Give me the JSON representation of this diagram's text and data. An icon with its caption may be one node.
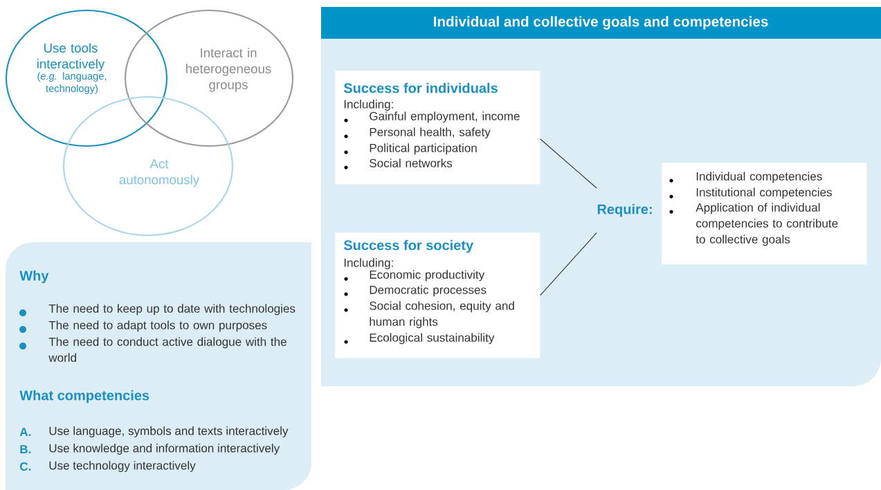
{
  "diagram": {
    "nodes": [
      {
        "text": [
          "Use tools interactively",
          "(*e.g.* language, technology)"
        ]
      },
      {
        "text": [
          "Interact in heterogeneous groups"
        ]
      },
      {
        "text": [
          "Act autonomously"
        ]
      },
      {
        "text": [
          "Why",
          "The need to keep up to date with technologies",
          "The need to adapt tools to own purposes",
          "The need to conduct active dialogue with the world",
          "What competencies",
          "A.",
          "Use language, symbols and texts interactively",
          "B.",
          "Use knowledge and information interactively",
          "C.",
          "Use technology interactively"
        ]
      },
      {
        "text": [
          "Individual and collective goals and competencies"
        ]
      },
      {
        "text": [
          "Success for individuals",
          "Including:",
          "Gainful employment, income",
          "Personal health, safety",
          "Political participation",
          "Social networks"
        ],
        "in": 4
      },
      {
        "text": [
          "Success for society",
          "Including:",
          "Economic productivity",
          "Democratic processes",
          "Social cohesion, equity and human rights",
          "Ecological sustainability"
        ],
        "in": 4
      },
      {
        "text": [
          "Require:"
        ],
        "in": 4
      },
      {
        "text": [
          "Individual competencies",
          "Institutional competencies",
          "Application of individual competencies to contribute to collective goals"
        ],
        "in": 4
      }
    ],
    "edges": [
      {
        "from": 5,
        "to": 7,
        "arrow": "none"
      },
      {
        "from": 6,
        "to": 7,
        "arrow": "none"
      }
    ]
  }
}
